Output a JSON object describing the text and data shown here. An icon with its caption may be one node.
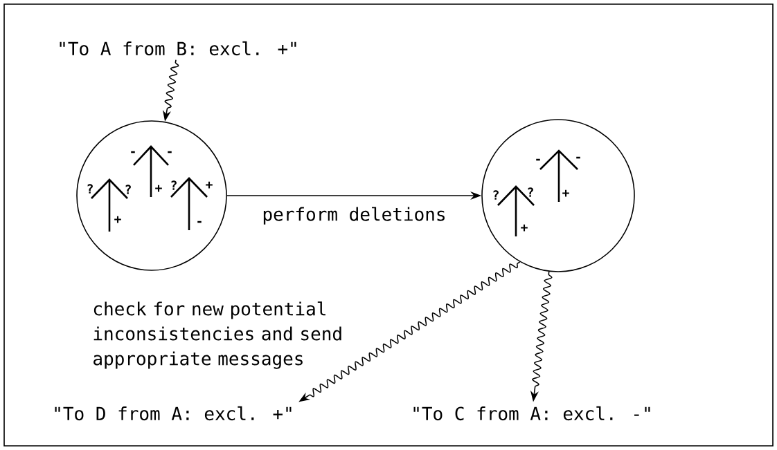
{
  "diagram": {
    "nodes": [
      {
        "text": [
          "\"To A from B: excl. +\""
        ]
      },
      {
        "text": [],
        "shape": "circle"
      },
      {
        "text": [],
        "shape": "circle"
      },
      {
        "text": [
          "\"To D from A: excl. +\""
        ]
      },
      {
        "text": [
          "\"To C from A: excl. -\""
        ]
      }
    ],
    "edges": [
      {
        "from": 0,
        "to": 1,
        "arrow": "to"
      },
      {
        "from": 1,
        "to": 2,
        "arrow": "to",
        "label": "perform deletions"
      },
      {
        "from": 2,
        "to": 3,
        "arrow": "to"
      },
      {
        "from": 2,
        "to": 4,
        "arrow": "to"
      }
    ],
    "labels": [
      "-",
      "-",
      "?",
      "?",
      "?",
      "+",
      "+",
      "+",
      "-",
      "-",
      "-",
      "?",
      "?",
      "+",
      "+",
      "check for new potential inconsistencies and send appropriate messages"
    ]
  }
}
